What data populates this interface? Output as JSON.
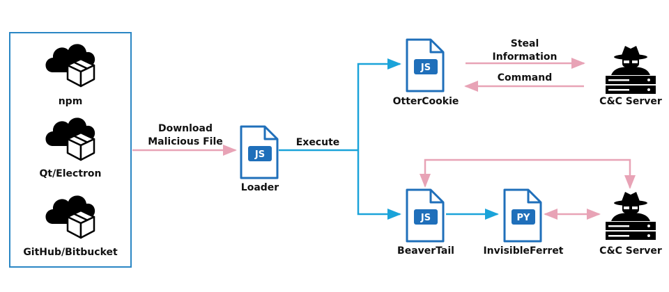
{
  "sources": {
    "items": [
      {
        "label": "npm",
        "icon": "cloud-package-icon"
      },
      {
        "label": "Qt/Electron",
        "icon": "cloud-package-icon"
      },
      {
        "label": "GitHub/Bitbucket",
        "icon": "cloud-package-icon"
      }
    ]
  },
  "flow": {
    "download_label_line1": "Download",
    "download_label_line2": "Malicious File",
    "execute_label": "Execute",
    "steal_label_line1": "Steal",
    "steal_label_line2": "Information",
    "command_label": "Command"
  },
  "nodes": {
    "loader": {
      "label": "Loader",
      "badge": "JS"
    },
    "ottercookie": {
      "label": "OtterCookie",
      "badge": "JS"
    },
    "beavertail": {
      "label": "BeaverTail",
      "badge": "JS"
    },
    "invisibleferret": {
      "label": "InvisibleFerret",
      "badge": "PY"
    },
    "server_top": {
      "label": "C&C Server"
    },
    "server_bottom": {
      "label": "C&C Server"
    }
  },
  "colors": {
    "blue_line": "#1aa3d9",
    "pink_line": "#e8a3b6",
    "box_border": "#2a86c4",
    "doc_fill": "#1f6fba",
    "doc_fold": "#ffffff",
    "icon_dark": "#000000"
  }
}
